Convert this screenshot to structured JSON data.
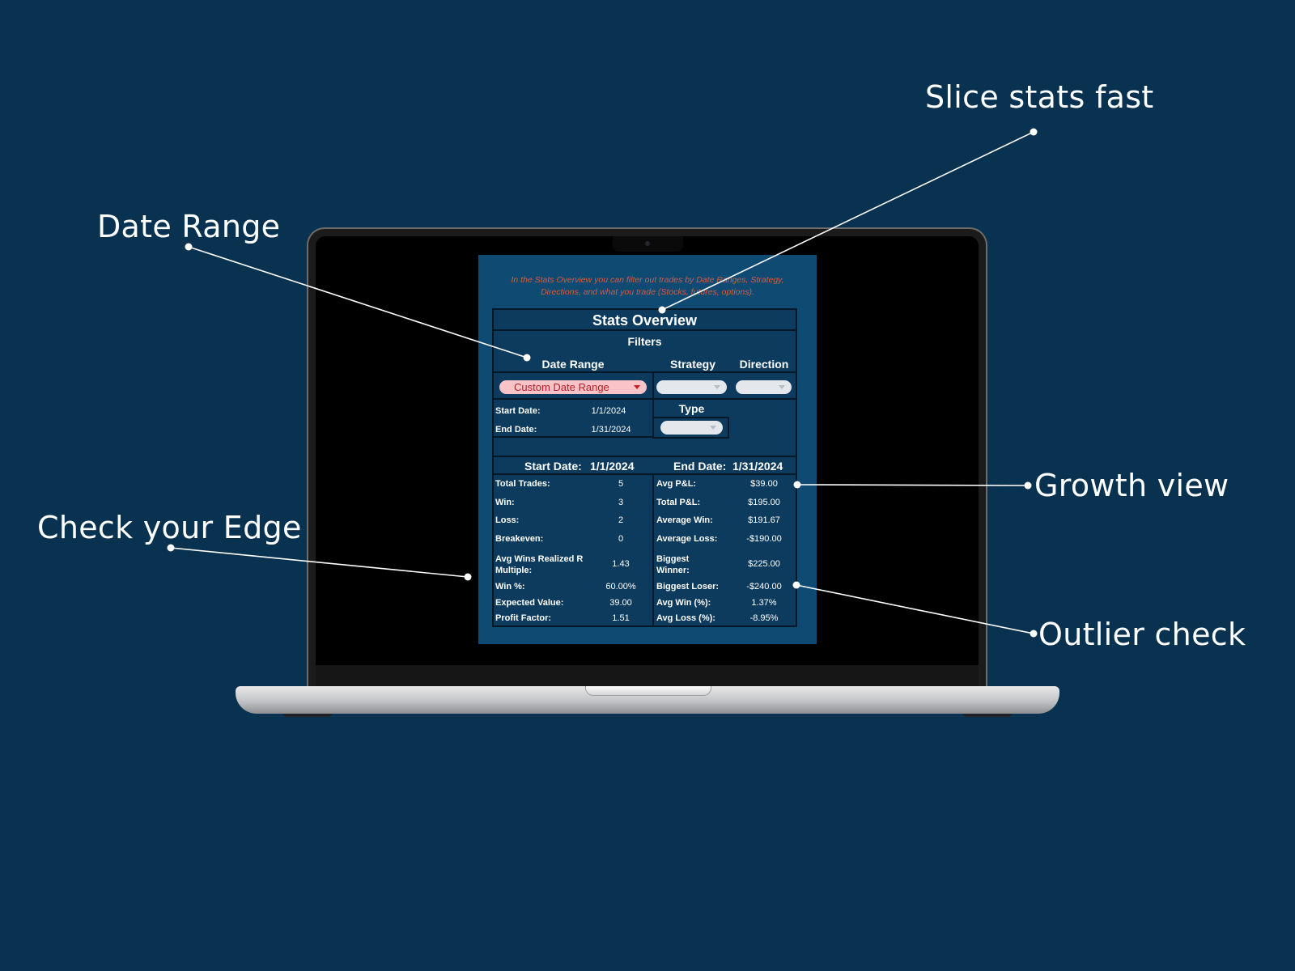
{
  "callouts": {
    "slice_stats_fast": "Slice stats fast",
    "date_range": "Date Range",
    "growth_view": "Growth view",
    "check_your_edge": "Check your Edge",
    "outlier_check": "Outlier check"
  },
  "colors": {
    "background": "#08324f",
    "sheet": "#0f4a73",
    "panel": "#0c3b5e",
    "intro_text": "#d45b3e",
    "dropdown_active": "#f9c3c7",
    "dropdown_active_text": "#b3202a"
  },
  "sheet": {
    "intro": "In the Stats Overview you can filter out trades by Date Ranges, Strategy, Directions, and what you trade (Stocks, futures, options).",
    "title": "Stats Overview",
    "filters_label": "Filters",
    "date_range_label": "Date Range",
    "strategy_label": "Strategy",
    "direction_label": "Direction",
    "type_label": "Type",
    "date_range_value": "Custom Date Range",
    "start_date_label": "Start Date:",
    "start_date_value": "1/1/2024",
    "end_date_label": "End Date:",
    "end_date_value": "1/31/2024",
    "summary_start_label": "Start Date:",
    "summary_start_value": "1/1/2024",
    "summary_end_label": "End Date:",
    "summary_end_value": "1/31/2024",
    "left_stats": [
      {
        "label": "Total Trades:",
        "value": "5"
      },
      {
        "label": "Win:",
        "value": "3"
      },
      {
        "label": "Loss:",
        "value": "2"
      },
      {
        "label": "Breakeven:",
        "value": "0"
      },
      {
        "label": "Avg Wins Realized R Multiple:",
        "value": "1.43"
      },
      {
        "label": "Win %:",
        "value": "60.00%"
      },
      {
        "label": "Expected Value:",
        "value": "39.00"
      },
      {
        "label": "Profit Factor:",
        "value": "1.51"
      }
    ],
    "right_stats": [
      {
        "label": "Avg P&L:",
        "value": "$39.00"
      },
      {
        "label": "Total P&L:",
        "value": "$195.00"
      },
      {
        "label": "Average Win:",
        "value": "$191.67"
      },
      {
        "label": "Average Loss:",
        "value": "-$190.00"
      },
      {
        "label": "Biggest Winner:",
        "value": "$225.00"
      },
      {
        "label": "Biggest Loser:",
        "value": "-$240.00"
      },
      {
        "label": "Avg Win (%):",
        "value": "1.37%"
      },
      {
        "label": "Avg Loss (%):",
        "value": "-8.95%"
      }
    ]
  }
}
